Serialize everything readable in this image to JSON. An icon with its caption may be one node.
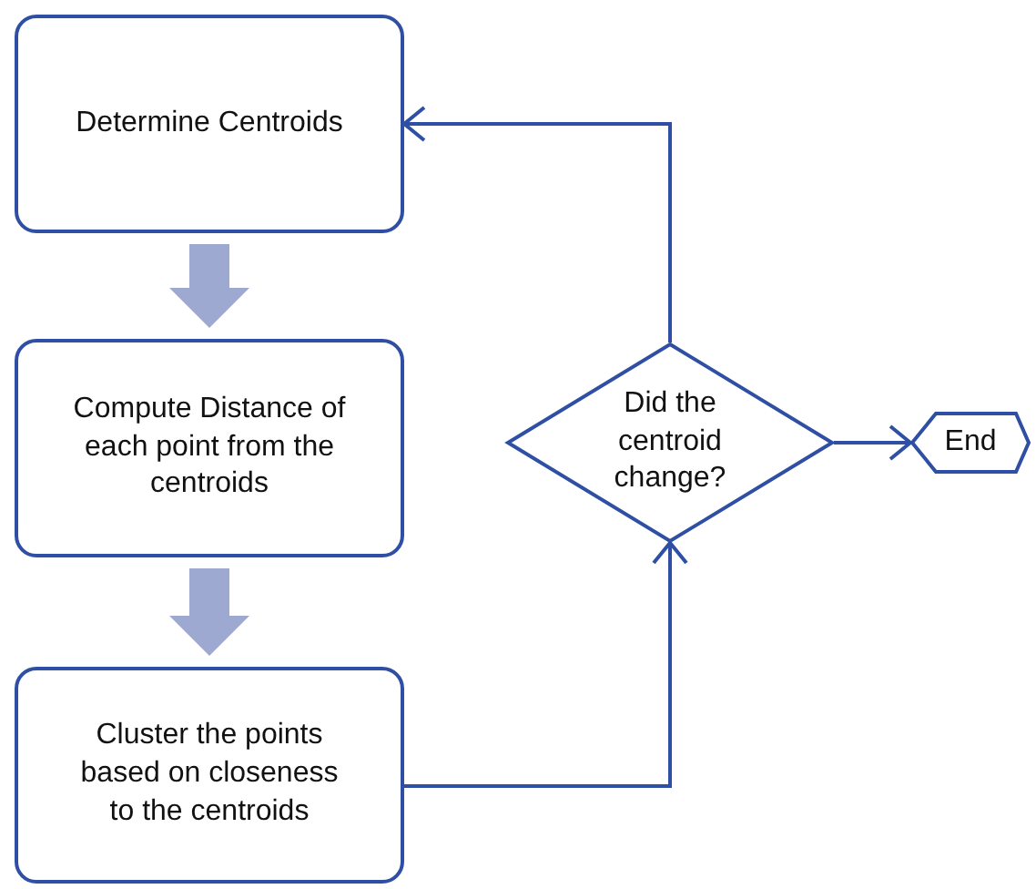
{
  "diagram": {
    "nodes": [
      {
        "text": [
          "Determine Centroids"
        ]
      },
      {
        "text": [
          "Compute Distance of each point from the centroids"
        ]
      },
      {
        "text": [
          "Cluster the points based on closeness to the centroids"
        ]
      },
      {
        "text": [
          "Did the centroid change?"
        ]
      },
      {
        "text": [
          "End"
        ]
      }
    ],
    "edges": [
      {
        "from": 0,
        "to": 1,
        "arrow": "to",
        "style": "thick",
        "color": "#9ea9d2"
      },
      {
        "from": 1,
        "to": 2,
        "arrow": "to",
        "style": "thick",
        "color": "#9ea9d2"
      },
      {
        "from": 2,
        "to": 3,
        "arrow": "to"
      },
      {
        "from": 3,
        "to": 0,
        "arrow": "to"
      },
      {
        "from": 3,
        "to": 4,
        "arrow": "to"
      }
    ]
  }
}
